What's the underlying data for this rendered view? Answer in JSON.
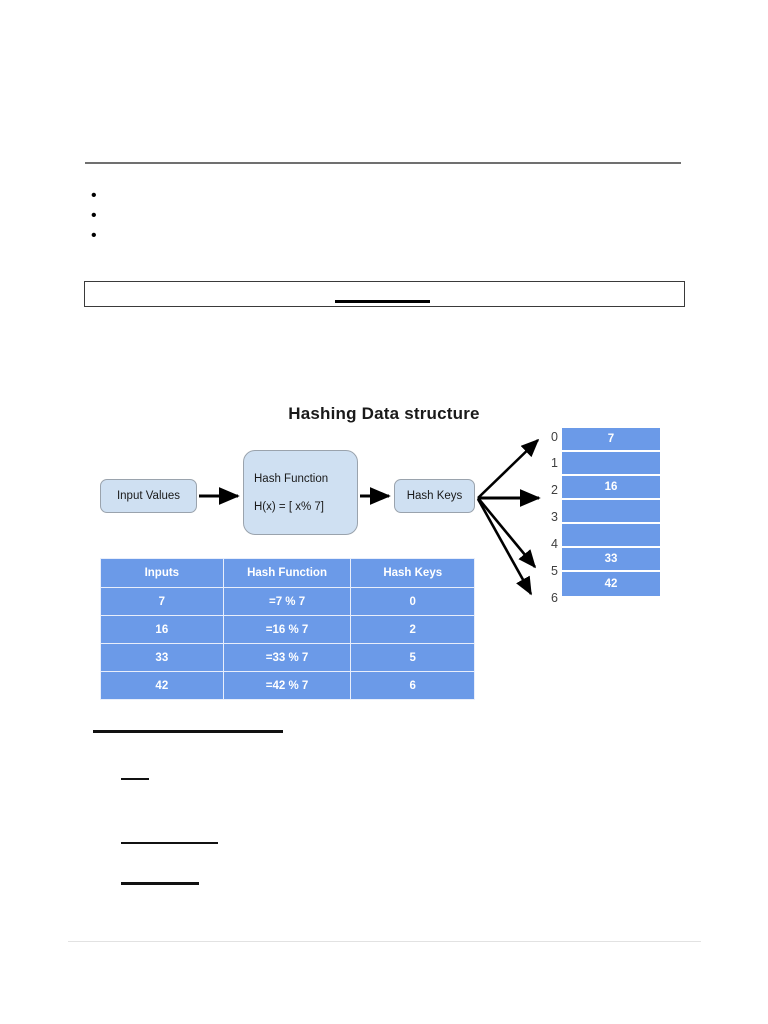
{
  "document": {
    "title_heading": "",
    "bullets": [
      "",
      "",
      ""
    ],
    "callout_box_text": ""
  },
  "diagram": {
    "title": "Hashing Data structure",
    "boxes": {
      "input": "Input Values",
      "function_title": "Hash Function",
      "function_formula": "H(x) = [ x% 7]",
      "keys": "Hash Keys"
    },
    "hash_table": {
      "indices": [
        "0",
        "1",
        "2",
        "3",
        "4",
        "5",
        "6"
      ],
      "slots": [
        "7",
        "",
        "16",
        "",
        "",
        "33",
        "42"
      ]
    },
    "arrow_targets": [
      "0",
      "2",
      "5",
      "6"
    ],
    "colors": {
      "flow_box_fill": "#cfe0f2",
      "flow_box_border": "#9aa3ad",
      "table_blue": "#6b9ae8",
      "table_gridline": "#e8eefb",
      "arrow": "#000000"
    }
  },
  "data_table": {
    "headers": [
      "Inputs",
      "Hash Function",
      "Hash Keys"
    ],
    "rows": [
      [
        "7",
        "=7 % 7",
        "0"
      ],
      [
        "16",
        "=16 % 7",
        "2"
      ],
      [
        "33",
        "=33 % 7",
        "5"
      ],
      [
        "42",
        "=42 % 7",
        "6"
      ]
    ]
  },
  "bottom_headings": [
    "",
    "",
    "",
    ""
  ]
}
